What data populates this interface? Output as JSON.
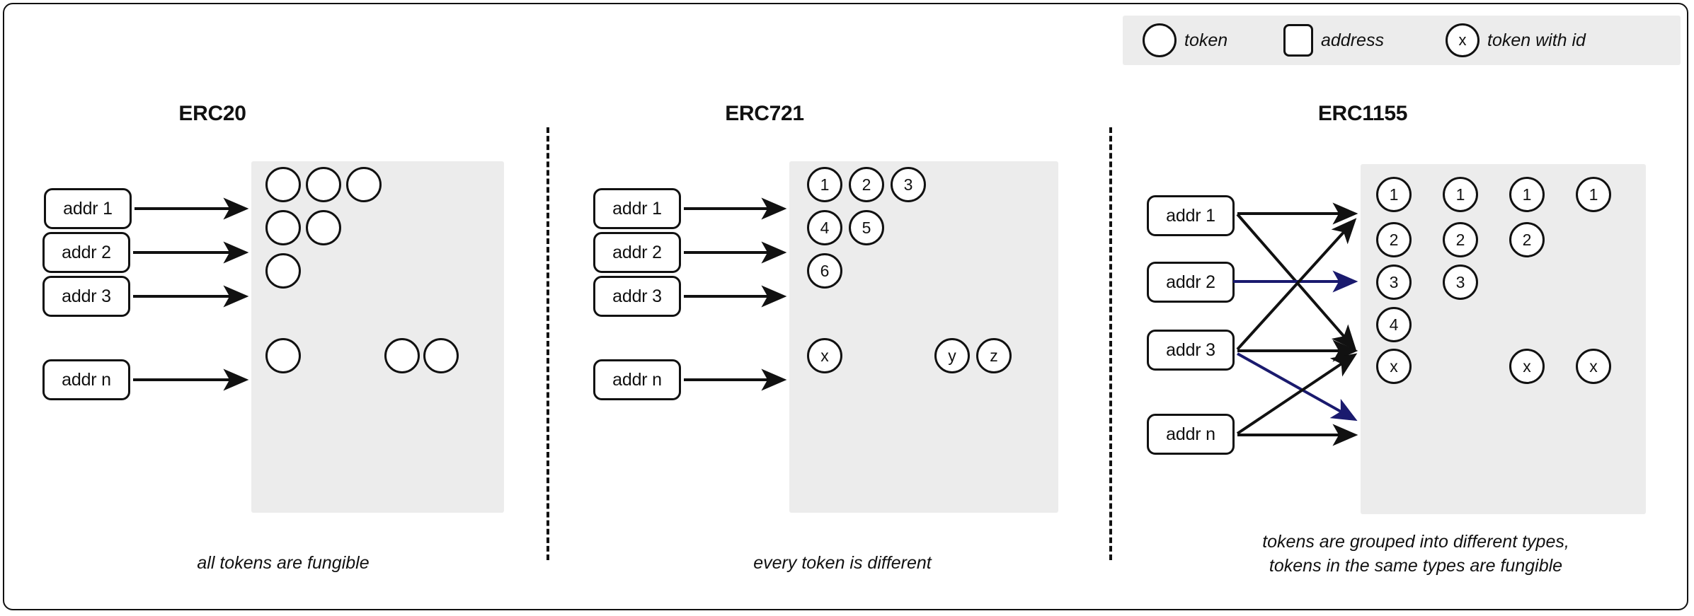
{
  "legend": {
    "items": [
      {
        "shape": "circle",
        "glyph": "",
        "label": "token",
        "icon": "token-circle-icon"
      },
      {
        "shape": "square",
        "glyph": "",
        "label": "address",
        "icon": "address-square-icon"
      },
      {
        "shape": "circle",
        "glyph": "x",
        "label": "token with  id",
        "icon": "token-with-id-icon"
      }
    ]
  },
  "colors": {
    "panel_gray": "#ececec",
    "stroke_black": "#111111",
    "arrow_blue": "#1a1a6e",
    "background": "#ffffff"
  },
  "sections": [
    {
      "id": "erc20",
      "title": "ERC20",
      "caption": "all tokens are fungible",
      "addresses": [
        "addr 1",
        "addr 2",
        "addr 3",
        "addr n"
      ],
      "rows": [
        {
          "address": "addr 1",
          "tokens": [
            "",
            "",
            ""
          ],
          "slots": [
            0,
            1,
            2
          ]
        },
        {
          "address": "addr 2",
          "tokens": [
            "",
            ""
          ],
          "slots": [
            0,
            1
          ]
        },
        {
          "address": "addr 3",
          "tokens": [
            ""
          ],
          "slots": [
            0
          ]
        },
        {
          "address": "addr n",
          "tokens": [
            "",
            "",
            ""
          ],
          "slots": [
            0,
            2,
            3
          ]
        }
      ]
    },
    {
      "id": "erc721",
      "title": "ERC721",
      "caption": "every token is different",
      "addresses": [
        "addr 1",
        "addr 2",
        "addr 3",
        "addr n"
      ],
      "rows": [
        {
          "address": "addr 1",
          "tokens": [
            "1",
            "2",
            "3"
          ],
          "slots": [
            0,
            1,
            2
          ]
        },
        {
          "address": "addr 2",
          "tokens": [
            "4",
            "5"
          ],
          "slots": [
            0,
            1
          ]
        },
        {
          "address": "addr 3",
          "tokens": [
            "6"
          ],
          "slots": [
            0
          ]
        },
        {
          "address": "addr n",
          "tokens": [
            "x",
            "y",
            "z"
          ],
          "slots": [
            0,
            2,
            3
          ]
        }
      ]
    },
    {
      "id": "erc1155",
      "title": "ERC1155",
      "caption_line1": "tokens are grouped into different types,",
      "caption_line2": "tokens in the same types  are fungible",
      "addresses": [
        "addr 1",
        "addr 2",
        "addr 3",
        "addr n"
      ],
      "rows": [
        {
          "type": "1",
          "tokens": [
            "1",
            "1",
            "1",
            "1"
          ],
          "slots": [
            0,
            1,
            2,
            3
          ]
        },
        {
          "type": "2",
          "tokens": [
            "2",
            "2",
            "2"
          ],
          "slots": [
            0,
            1,
            2
          ]
        },
        {
          "type": "3",
          "tokens": [
            "3",
            "3"
          ],
          "slots": [
            0,
            1
          ]
        },
        {
          "type": "4",
          "tokens": [
            "4"
          ],
          "slots": [
            0
          ]
        },
        {
          "type": "x",
          "tokens": [
            "x",
            "x",
            "x"
          ],
          "slots": [
            0,
            2,
            3
          ]
        }
      ],
      "links": [
        {
          "from": "addr 1",
          "to": "type 1",
          "color": "#111111"
        },
        {
          "from": "addr 1",
          "to": "type 3",
          "color": "#111111"
        },
        {
          "from": "addr 2",
          "to": "type 2",
          "color": "#1a1a6e"
        },
        {
          "from": "addr 3",
          "to": "type 1",
          "color": "#111111"
        },
        {
          "from": "addr 3",
          "to": "type 3",
          "color": "#111111"
        },
        {
          "from": "addr 3",
          "to": "type 4",
          "color": "#1a1a6e"
        },
        {
          "from": "addr n",
          "to": "type 3",
          "color": "#111111"
        },
        {
          "from": "addr n",
          "to": "type x",
          "color": "#111111"
        }
      ]
    }
  ]
}
